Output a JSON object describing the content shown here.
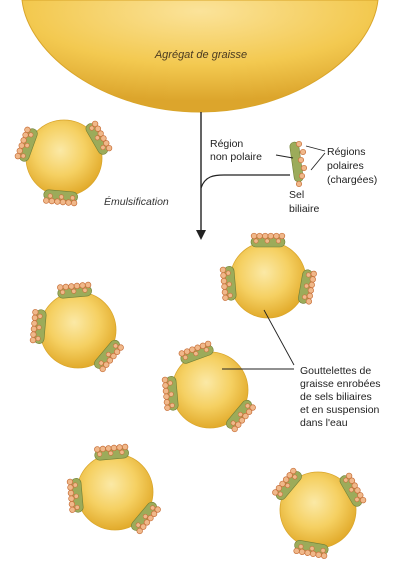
{
  "labels": {
    "fat_aggregate": "Agrégat de graisse",
    "emulsification": "Émulsification",
    "nonpolar_region": [
      "Région",
      "non polaire"
    ],
    "polar_regions": [
      "Régions",
      "polaires",
      "(chargées)"
    ],
    "bile_salt": [
      "Sel",
      "biliaire"
    ],
    "droplets": [
      "Gouttelettes de",
      "graisse enrobées",
      "de sels biliaires",
      "et en suspension",
      "dans l'eau"
    ]
  },
  "colors": {
    "fat": "#f2c84a",
    "fat_highlight": "#fbe9a6",
    "fat_edge": "#d9a52a",
    "bile_salt_body": "#9cab5a",
    "polar_head": "#f0b88a",
    "polar_head_edge": "#c8703a",
    "line": "#222222"
  }
}
